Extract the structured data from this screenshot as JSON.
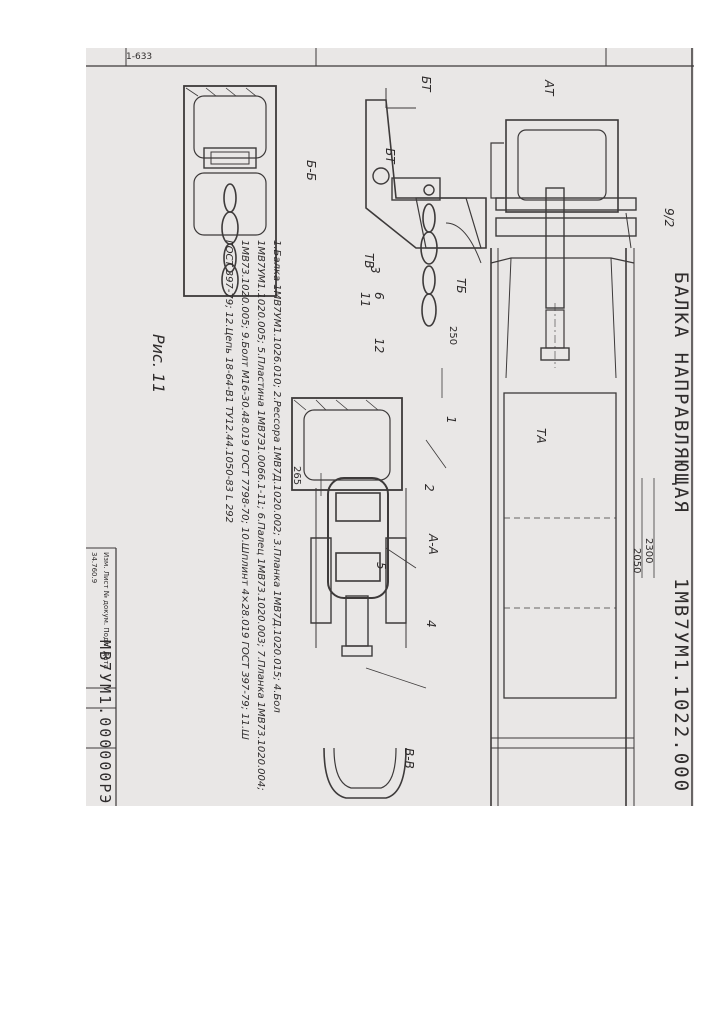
{
  "drawing": {
    "title": "БАЛКА НАПРАВЛЯЮЩАЯ",
    "code": "1МВ7УМ1.1022.000",
    "figure": "Рис. 11",
    "doc_code": "МВ7УМ1.000000РЭ",
    "corner": "1-633"
  },
  "dimensions": {
    "d2300": "2300",
    "d2050": "2050",
    "d250": "250",
    "d265": "265"
  },
  "items": {
    "i9_2": "9/2"
  },
  "views": {
    "ta": "ТА",
    "at": "АТ",
    "bt": "БТ",
    "bt2": "БТ",
    "tv": "ТБ",
    "tv2": "ТВ"
  },
  "sections": {
    "bb": "Б-Б",
    "aa": "А-А",
    "vv": "В-В"
  },
  "callouts": {
    "c1": "1",
    "c2": "2",
    "c3": "3",
    "c4": "4",
    "c5": "5",
    "c6": "6",
    "c11": "11",
    "c12": "12"
  },
  "notes": [
    "1.Балка 1МВ7УМ1.1026.010; 2.Рессора 1МВ7Д.1020.002; 3.Планка 1МВ7Д.1020.015; 4.Бол",
    "1МВ7УМ1.1020.005; 5.Пластина 1МВ7Э1.0066.1-11; 6.Палец 1МВ73.1020.003; 7.Планка 1МВ73.1020.004;",
    "1МВ73.1020.005; 9.Болт М16-30.48.019 ГОСТ 7798-70; 10.Шплинт 4×28.019 ГОСТ 397-79; 11.Ш",
    "ГОСТ 397-79; 12.Цепь 18-64-В1 ТУ12.44.1050-83 L 292"
  ],
  "title_block": {
    "row1": "Изм. Лист № докум. Подп. Дата",
    "row2": "34.760.9"
  }
}
